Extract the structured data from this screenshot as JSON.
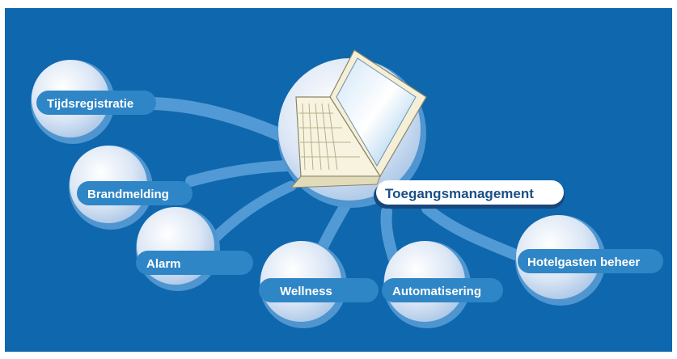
{
  "diagram": {
    "center": {
      "label": "Toegangsmanagement",
      "icon": "laptop-icon"
    },
    "nodes": [
      {
        "id": "tijdsregistratie",
        "label": "Tijdsregistratie"
      },
      {
        "id": "brandmelding",
        "label": "Brandmelding"
      },
      {
        "id": "alarm",
        "label": "Alarm"
      },
      {
        "id": "wellness",
        "label": "Wellness"
      },
      {
        "id": "automatisering",
        "label": "Automatisering"
      },
      {
        "id": "hotelgasten",
        "label": "Hotelgasten beheer"
      }
    ]
  },
  "colors": {
    "background": "#0f67ad",
    "node_pill": "#2f86c6",
    "circle_fill": "#dbe6f5",
    "circle_shadow": "#4f95d0",
    "connector": "#5ea3dc",
    "center_text": "#1b4f86"
  }
}
